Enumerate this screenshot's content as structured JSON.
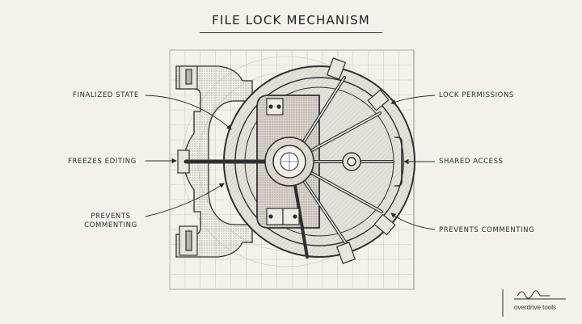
{
  "title": "FILE LOCK MECHANISM",
  "labels": {
    "finalized_state": "FINALIZED STATE",
    "freezes_editing": "FREEZES EDITING",
    "prevents_commenting_left": "PREVENTS COMMENTING",
    "lock_permissions": "LOCK PERMISSIONS",
    "shared_access": "SHARED ACCESS",
    "prevents_commenting_right": "PREVENTS COMMENTING"
  },
  "watermark": "overdrive.tools",
  "colors": {
    "background": "#f3f1ec",
    "ink": "#2a2a2a",
    "grid": "#c9c6bf",
    "shade": "#b9b5ad"
  }
}
